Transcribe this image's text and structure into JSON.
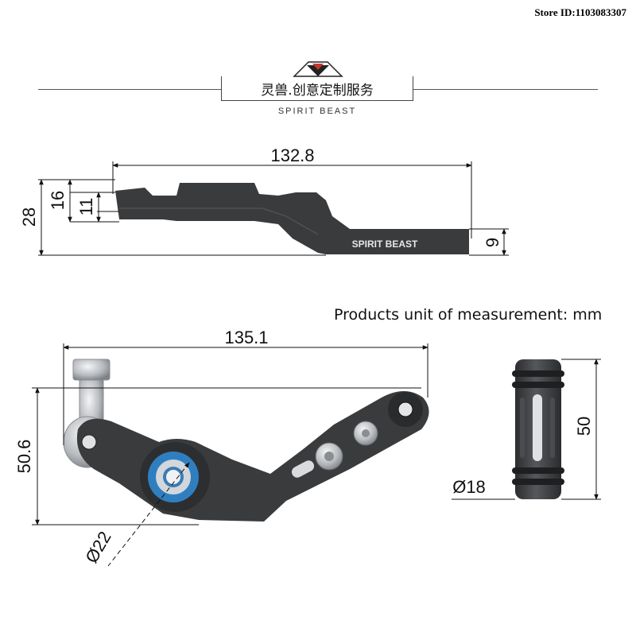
{
  "store_id": "Store ID:1103083307",
  "brand": {
    "title": "灵兽.创意定制服务",
    "subtitle": "SPIRIT BEAST",
    "part_engraving": "SPIRIT  BEAST"
  },
  "unit_note": "Products unit of measurement: mm",
  "side_view": {
    "length": "132.8",
    "total_height": "28",
    "mid_height": "16",
    "inner_height": "11",
    "tip_thickness": "9"
  },
  "top_view": {
    "length": "135.1",
    "height": "50.6",
    "bearing_diameter": "Ø22"
  },
  "peg": {
    "length": "50",
    "diameter": "Ø18"
  },
  "colors": {
    "part_dark": "#3a3b3d",
    "bearing_blue": "#2f7fc0",
    "metal_silver": "#c9cbce"
  }
}
